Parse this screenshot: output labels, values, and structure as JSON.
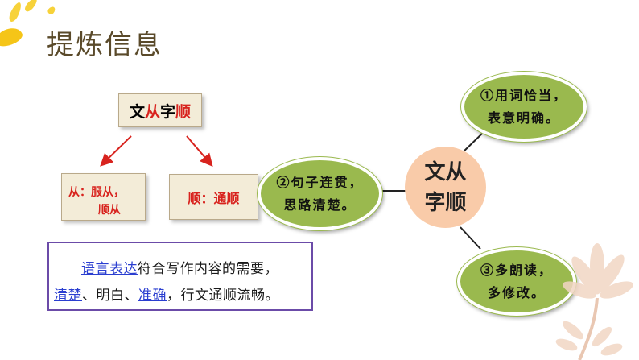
{
  "title": "提炼信息",
  "left": {
    "top_box": {
      "p1": "文",
      "p2": "从",
      "p3": "字",
      "p4": "顺"
    },
    "box_cong": {
      "line1": "从：服从，",
      "line2": "顺从"
    },
    "box_shun": {
      "label": "顺：",
      "value": "通顺"
    }
  },
  "quote": {
    "l1_a": "语言表达",
    "l1_b": "符合写作内容的需要，",
    "l2_a": "清楚",
    "l2_b": "、明白、",
    "l2_c": "准确",
    "l2_d": "，行文通顺流畅。"
  },
  "center": {
    "line1": "文从",
    "line2": "字顺"
  },
  "branches": {
    "one": {
      "line1": "①用词恰当，",
      "line2": "表意明确。"
    },
    "two": {
      "line1": "②句子连贯，",
      "line2": "思路清楚。"
    },
    "three": {
      "line1": "③多朗读，",
      "line2": "多修改。"
    }
  },
  "colors": {
    "accent_red": "#d8231e",
    "ellipse_green": "#9ab94e",
    "center_peach": "#f9cba9",
    "quote_border": "#6b4ba8"
  },
  "icons": [
    "petal-decoration",
    "flower-decoration"
  ]
}
